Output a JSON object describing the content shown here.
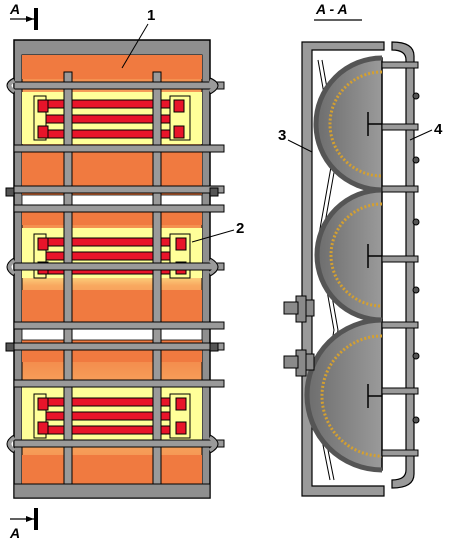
{
  "section_marks": {
    "top": "A",
    "bottom": "A",
    "section_title": "A - A"
  },
  "callouts": [
    {
      "id": "1",
      "text": "1"
    },
    {
      "id": "2",
      "text": "2"
    },
    {
      "id": "3",
      "text": "3"
    },
    {
      "id": "4",
      "text": "4"
    }
  ],
  "colors": {
    "frame": "#8f8f8f",
    "frame_dark": "#5a5a5a",
    "panel_orange": "#f07a40",
    "panel_light_orange": "#f8a860",
    "panel_yellow": "#ffff99",
    "heater_red": "#e8142a",
    "dish_gray": "#7d7d7d",
    "dish_dark": "#555555",
    "coil": "#d4a030"
  },
  "views": [
    "front-view",
    "section-view"
  ]
}
